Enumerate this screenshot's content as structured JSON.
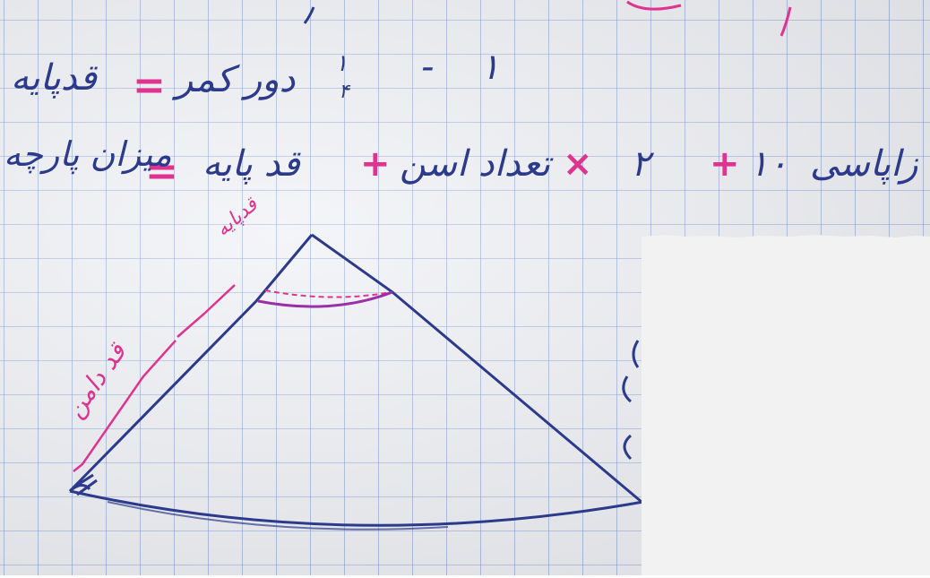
{
  "formula_1": {
    "one": "۱",
    "minus": "-",
    "fraction_num": "۱",
    "fraction_den": "۴",
    "circle_perimeter": "دور کمر",
    "equals": "=",
    "base_height": "قدپایه"
  },
  "formula_2": {
    "rib_angles": "زاپاسی",
    "ten": "۱۰",
    "plus_1": "+",
    "two": "۲",
    "times": "×",
    "dart_count": "تعداد اسن",
    "plus_2": "+",
    "base_height": "قد پایه",
    "equals": "=",
    "cloth_amount": "میزان پارچه"
  },
  "diagram": {
    "label_base_height": "قدپایه",
    "label_skirt_length": "قد دامن"
  },
  "colors": {
    "blue_ink": "#2c3a8c",
    "pink_ink": "#e0338f",
    "grid_line": "#7896d2"
  }
}
